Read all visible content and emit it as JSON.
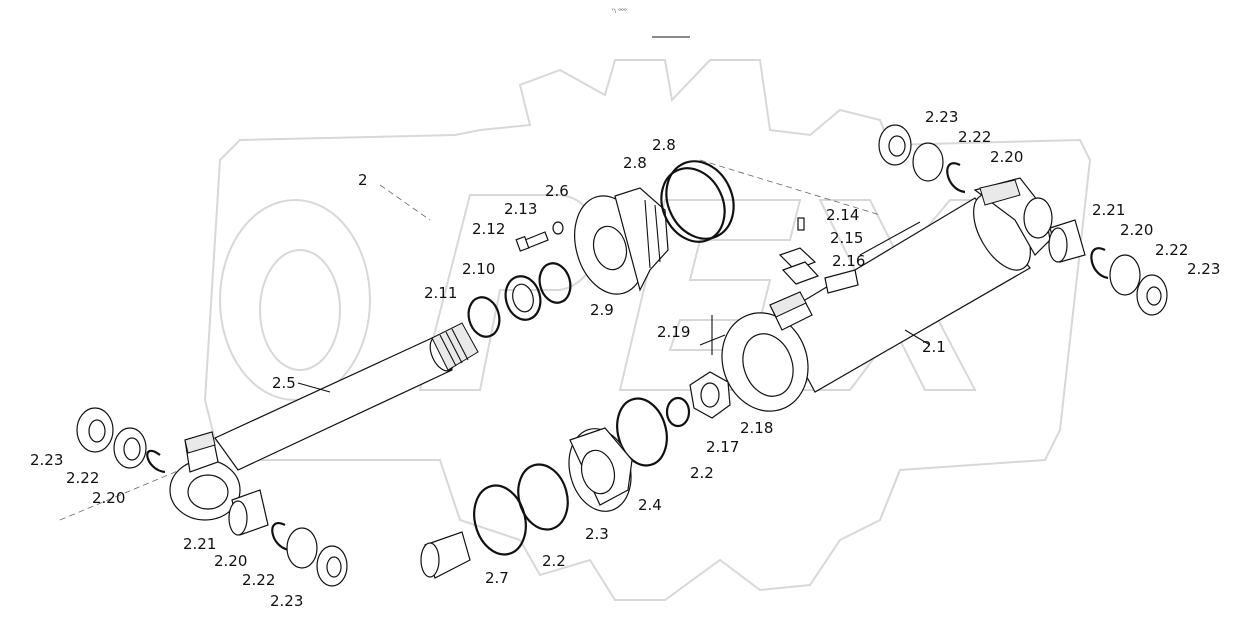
{
  "header": {
    "mark": "ⁿᵢ ᵒᵒᵒ"
  },
  "labels": {
    "l2": "2",
    "l21": "2.1",
    "l22a": "2.2",
    "l22b": "2.2",
    "l23": "2.3",
    "l24": "2.4",
    "l25": "2.5",
    "l26": "2.6",
    "l27": "2.7",
    "l28a": "2.8",
    "l28b": "2.8",
    "l29": "2.9",
    "l210": "2.10",
    "l211": "2.11",
    "l212": "2.12",
    "l213": "2.13",
    "l214": "2.14",
    "l215": "2.15",
    "l216": "2.16",
    "l217": "2.17",
    "l218": "2.18",
    "l219": "2.19",
    "l220a": "2.20",
    "l220b": "2.20",
    "l220c": "2.20",
    "l220d": "2.20",
    "l221a": "2.21",
    "l221b": "2.21",
    "l222a": "2.22",
    "l222b": "2.22",
    "l222c": "2.22",
    "l222d": "2.22",
    "l223a": "2.23",
    "l223b": "2.23",
    "l223c": "2.23",
    "l223d": "2.23"
  }
}
